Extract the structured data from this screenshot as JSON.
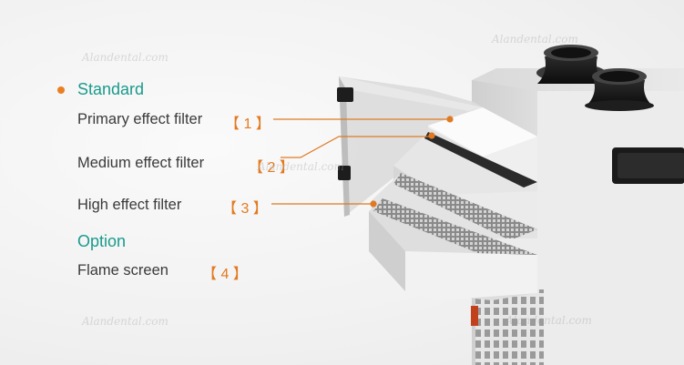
{
  "legend": {
    "standard_heading": "Standard",
    "option_heading": "Option",
    "items": [
      {
        "label": "Primary effect filter",
        "number": "【 1 】"
      },
      {
        "label": "Medium effect filter",
        "number": "【 2 】"
      },
      {
        "label": "High effect filter",
        "number": "【 3 】"
      },
      {
        "label": "Flame screen",
        "number": "【 4 】"
      }
    ]
  },
  "watermark": "Alandental.com",
  "colors": {
    "heading": "#1a9a8c",
    "accent_orange": "#ea7f22",
    "label_text": "#3a3a3a"
  }
}
